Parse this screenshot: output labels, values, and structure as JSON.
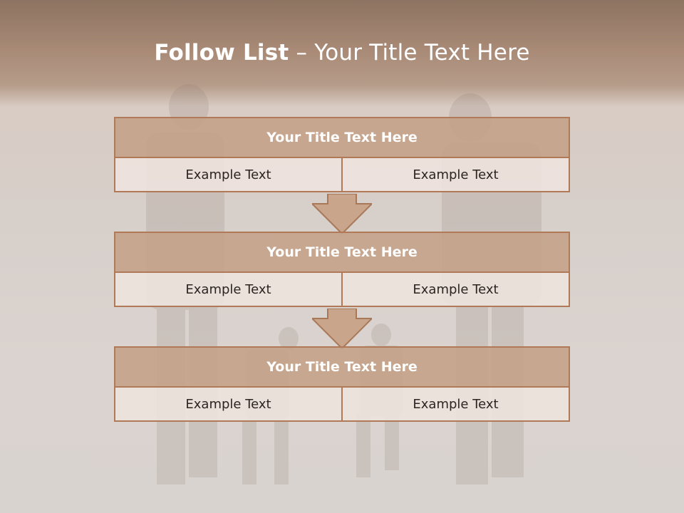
{
  "slide": {
    "title_bold": "Follow List",
    "title_rest": " – Your Title Text Here"
  },
  "blocks": [
    {
      "title": "Your Title Text Here",
      "left": "Example Text",
      "right": "Example Text"
    },
    {
      "title": "Your Title Text Here",
      "left": "Example Text",
      "right": "Example Text"
    },
    {
      "title": "Your Title Text Here",
      "left": "Example Text",
      "right": "Example Text"
    }
  ],
  "colors": {
    "header_band": "#a88a76",
    "block_title_fill": "#c4a088",
    "block_border": "#b07a58",
    "cell_fill": "#eee4de",
    "arrow_fill": "#c9a58c"
  }
}
